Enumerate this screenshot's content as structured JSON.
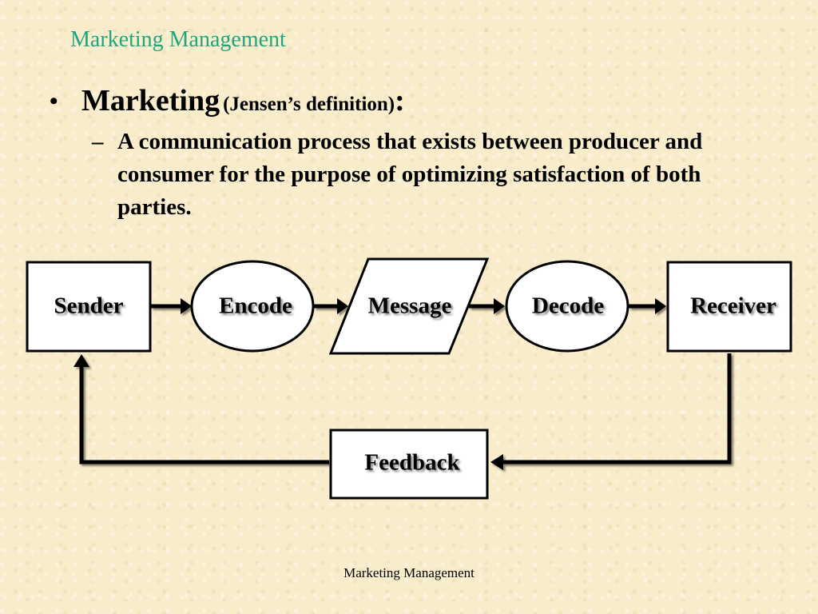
{
  "slide": {
    "title": "Marketing Management",
    "footer": "Marketing Management"
  },
  "bullet": {
    "marker": "•",
    "term": "Marketing",
    "qualifier": "(Jensen’s definition)",
    "colon": ":"
  },
  "sub_bullet": {
    "marker": "–",
    "text": "A communication process that exists between producer and consumer for the purpose of optimizing satisfaction of both parties."
  },
  "diagram": {
    "nodes": {
      "sender": "Sender",
      "encode": "Encode",
      "message": "Message",
      "decode": "Decode",
      "receiver": "Receiver",
      "feedback": "Feedback"
    }
  }
}
